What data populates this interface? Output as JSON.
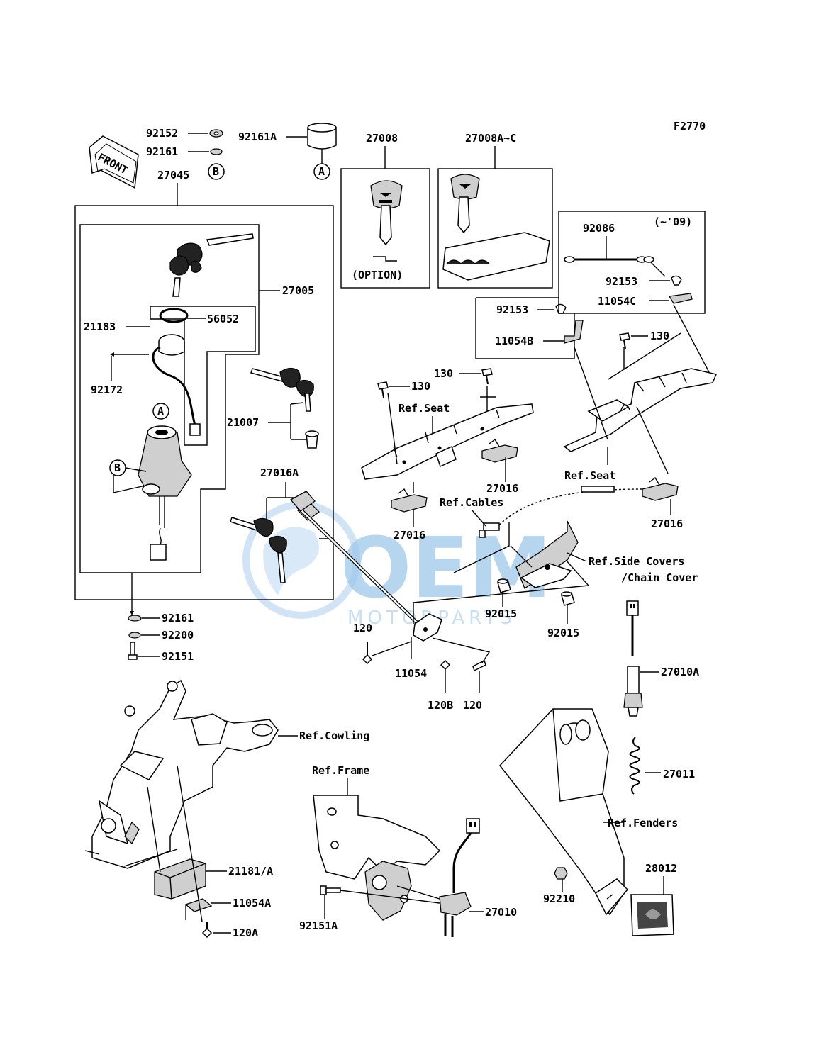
{
  "diagram_code": "F2770",
  "front_label": "FRONT",
  "watermark": {
    "brand": "OEM",
    "sub": "MOTORPARTS"
  },
  "colors": {
    "line": "#000000",
    "watermark": "#9ec7ea",
    "background": "#ffffff"
  },
  "parts": {
    "p92152": "92152",
    "p92161_top": "92161",
    "p92161A": "92161A",
    "p27045": "27045",
    "p27008": "27008",
    "p27008AC": "27008A~C",
    "option": "(OPTION)",
    "p92086": "92086",
    "year_note": "(~'09)",
    "p92153_a": "92153",
    "p11054C": "11054C",
    "p92153_b": "92153",
    "p11054B": "11054B",
    "p130_a": "130",
    "p130_b": "130",
    "p130_c": "130",
    "p27005": "27005",
    "p21183": "21183",
    "p56052": "56052",
    "p92172": "92172",
    "p21007": "21007",
    "p27016A": "27016A",
    "p27016_a": "27016",
    "p27016_b": "27016",
    "p27016_c": "27016",
    "p92161_bot": "92161",
    "p92200": "92200",
    "p92151": "92151",
    "p120_a": "120",
    "p11054": "11054",
    "p120B": "120B",
    "p120_b": "120",
    "p92015_a": "92015",
    "p92015_b": "92015",
    "p27010A": "27010A",
    "p27011": "27011",
    "p21181A": "21181/A",
    "p11054A": "11054A",
    "p120A": "120A",
    "p92151A": "92151A",
    "p27010": "27010",
    "p92210": "92210",
    "p28012": "28012",
    "marker_A": "A",
    "marker_B": "B"
  },
  "refs": {
    "seat_a": "Ref.Seat",
    "seat_b": "Ref.Seat",
    "cables": "Ref.Cables",
    "side_covers": "Ref.Side Covers",
    "chain_cover": "/Chain Cover",
    "cowling": "Ref.Cowling",
    "frame": "Ref.Frame",
    "fenders": "Ref.Fenders"
  }
}
